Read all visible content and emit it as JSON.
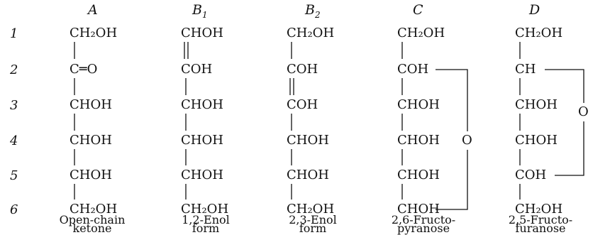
{
  "row_numbers": [
    "1",
    "2",
    "3",
    "4",
    "5",
    "6"
  ],
  "columns": [
    {
      "header": "A",
      "header_sub": "",
      "groups": [
        "CH₂OH",
        "C═O",
        "CHOH",
        "CHOH",
        "CHOH",
        "CH₂OH"
      ],
      "caption": [
        "Open-chain",
        "ketone"
      ]
    },
    {
      "header": "B",
      "header_sub": "1",
      "groups": [
        "CHOH",
        "COH",
        "CHOH",
        "CHOH",
        "CHOH",
        "CH₂OH"
      ],
      "caption": [
        "1,2-Enol",
        "form"
      ]
    },
    {
      "header": "B",
      "header_sub": "2",
      "groups": [
        "CH₂OH",
        "COH",
        "COH",
        "CHOH",
        "CHOH",
        "CH₂OH"
      ],
      "caption": [
        "2,3-Enol",
        "form"
      ]
    },
    {
      "header": "C",
      "header_sub": "",
      "groups": [
        "CH₂OH",
        "COH",
        "CHOH",
        "CHOH",
        "CHOH",
        "CHOH"
      ],
      "ring_oxygen": "O",
      "caption": [
        "2,6-Fructo-",
        "pyranose"
      ]
    },
    {
      "header": "D",
      "header_sub": "",
      "groups": [
        "CH₂OH",
        "CH",
        "CHOH",
        "CHOH",
        "COH",
        "CH₂OH"
      ],
      "ring_oxygen": "O",
      "caption": [
        "2,5-Fructo-",
        "furanose"
      ]
    }
  ]
}
